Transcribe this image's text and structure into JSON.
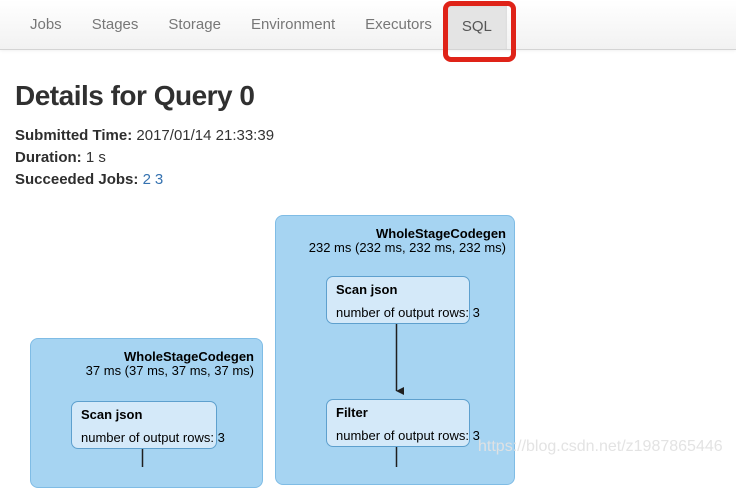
{
  "navbar": {
    "items": [
      {
        "label": "Jobs",
        "active": false
      },
      {
        "label": "Stages",
        "active": false
      },
      {
        "label": "Storage",
        "active": false
      },
      {
        "label": "Environment",
        "active": false
      },
      {
        "label": "Executors",
        "active": false
      },
      {
        "label": "SQL",
        "active": true
      }
    ]
  },
  "query_details": {
    "title": "Details for Query 0",
    "submitted_time_label": "Submitted Time:",
    "submitted_time_value": "2017/01/14 21:33:39",
    "duration_label": "Duration:",
    "duration_value": "1 s",
    "succeeded_jobs_label": "Succeeded Jobs:",
    "succeeded_jobs": [
      "2",
      "3"
    ]
  },
  "dag": {
    "clusters": [
      {
        "name": "WholeStageCodegen",
        "timing": "37 ms (37 ms, 37 ms, 37 ms)",
        "nodes": [
          {
            "title": "Scan json",
            "metric": "number of output rows: 3"
          }
        ]
      },
      {
        "name": "WholeStageCodegen",
        "timing": "232 ms (232 ms, 232 ms, 232 ms)",
        "nodes": [
          {
            "title": "Scan json",
            "metric": "number of output rows: 3"
          },
          {
            "title": "Filter",
            "metric": "number of output rows: 3"
          }
        ]
      }
    ]
  },
  "annotation": {
    "highlight_color": "#df2318"
  },
  "watermark": "https://blog.csdn.net/z1987865446",
  "colors": {
    "cluster_fill": "#a6d4f2",
    "cluster_border": "#7fbce5",
    "node_fill": "#d4e9f9",
    "node_border": "#5ea0ce",
    "link_blue": "#3572b0",
    "edge_black": "#1f1f1f"
  }
}
